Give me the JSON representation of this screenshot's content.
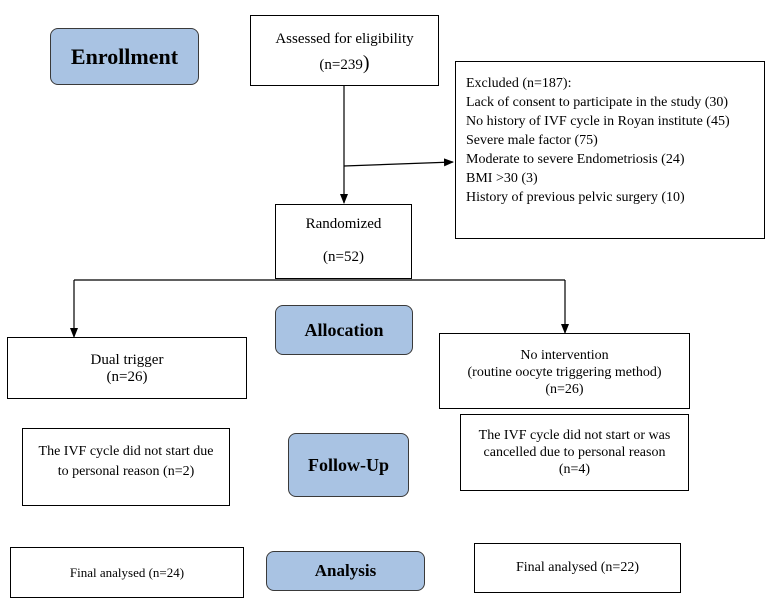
{
  "stages": {
    "enrollment": "Enrollment",
    "allocation": "Allocation",
    "follow_up": "Follow-Up",
    "analysis": "Analysis"
  },
  "assessed": {
    "label": "Assessed for eligibility",
    "count": "(n=239",
    "paren": ")"
  },
  "excluded": {
    "lines": [
      "Excluded (n=187):",
      "Lack of consent to participate in the study (30)",
      "No history of IVF cycle in Royan institute (45)",
      "Severe male factor (75)",
      "Moderate to severe Endometriosis (24)",
      "BMI >30 (3)",
      "History of previous pelvic surgery (10)"
    ]
  },
  "randomized": {
    "label": "Randomized",
    "count": "(n=52)"
  },
  "arm_left": {
    "allocation": [
      "Dual trigger",
      "(n=26)"
    ],
    "follow_up": [
      "The IVF cycle did not start due",
      "to personal reason (n=2)"
    ],
    "analysis": "Final analysed (n=24)"
  },
  "arm_right": {
    "allocation": [
      "No intervention",
      "(routine oocyte triggering method)",
      "(n=26)"
    ],
    "follow_up": [
      "The IVF cycle did not start or was",
      "cancelled due to personal reason",
      "(n=4)"
    ],
    "analysis": "Final analysed (n=22)"
  }
}
